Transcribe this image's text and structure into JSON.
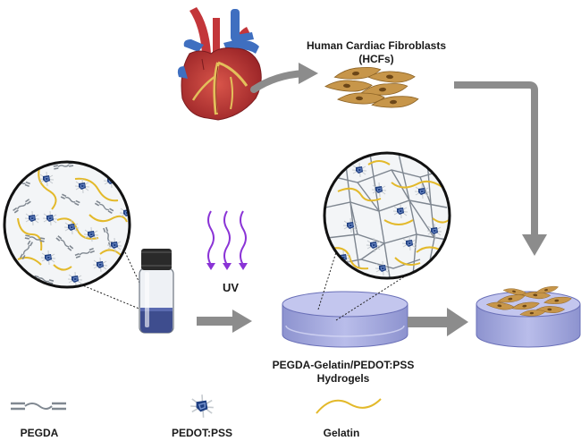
{
  "cells": {
    "title_line1": "Human Cardiac Fibroblasts",
    "title_line2": "(HCFs)"
  },
  "uv_label": "UV",
  "hydrogel": {
    "line1": "PEGDA-Gelatin/PEDOT:PSS",
    "line2": "Hydrogels"
  },
  "legend": [
    {
      "label": "PEGDA",
      "icon": "pegda-icon"
    },
    {
      "label": "PEDOT:PSS",
      "icon": "pedot-pss-icon"
    },
    {
      "label": "Gelatin",
      "icon": "gelatin-icon"
    }
  ],
  "colors": {
    "arrow": "#8c8c8c",
    "gelatin": "#e3b92a",
    "pegda": "#808891",
    "pedot": "#1f3f82",
    "hydrogel": "#a7acdf",
    "uv": "#8a33d6",
    "cell": "#c7964a",
    "heart": "#b52f32",
    "vessel_blue": "#3f6fc0"
  }
}
